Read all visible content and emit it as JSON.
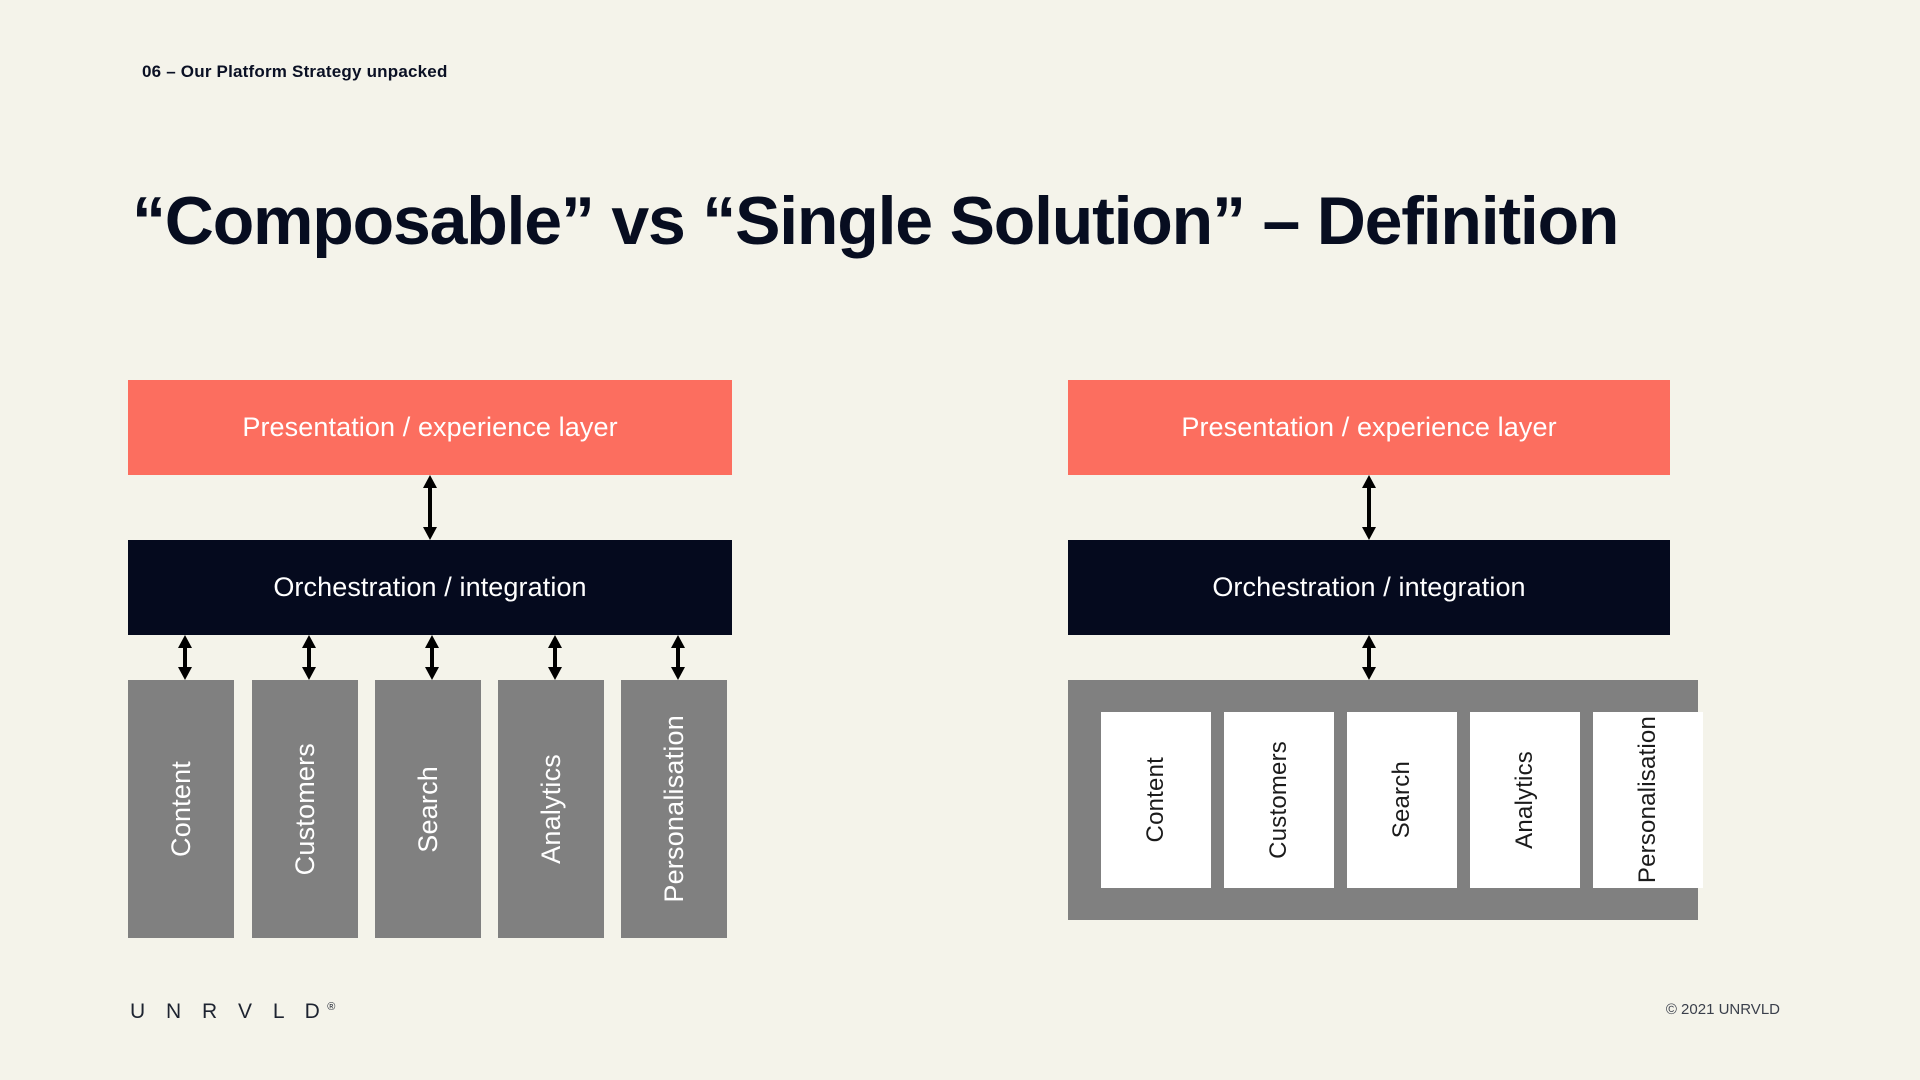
{
  "slide": {
    "kicker": "06 – Our Platform Strategy unpacked",
    "title": "“Composable” vs “Single Solution” – Definition",
    "background_color": "#f4f3ea"
  },
  "colors": {
    "coral": "#fc6e5f",
    "navy": "#050a1e",
    "gray": "#808080",
    "white": "#ffffff",
    "text_dark": "#070d20"
  },
  "diagrams": {
    "composable": {
      "presentation_label": "Presentation / experience layer",
      "orchestration_label": "Orchestration / integration",
      "services": [
        {
          "label": "Content"
        },
        {
          "label": "Customers"
        },
        {
          "label": "Search"
        },
        {
          "label": "Analytics"
        },
        {
          "label": "Personalisation"
        }
      ]
    },
    "single_solution": {
      "presentation_label": "Presentation / experience layer",
      "orchestration_label": "Orchestration / integration",
      "services": [
        {
          "label": "Content"
        },
        {
          "label": "Customers"
        },
        {
          "label": "Search"
        },
        {
          "label": "Analytics"
        },
        {
          "label": "Personalisation"
        }
      ]
    }
  },
  "footer": {
    "logo": "U N R V L D",
    "logo_mark": "®",
    "copyright": "© 2021 UNRVLD"
  }
}
